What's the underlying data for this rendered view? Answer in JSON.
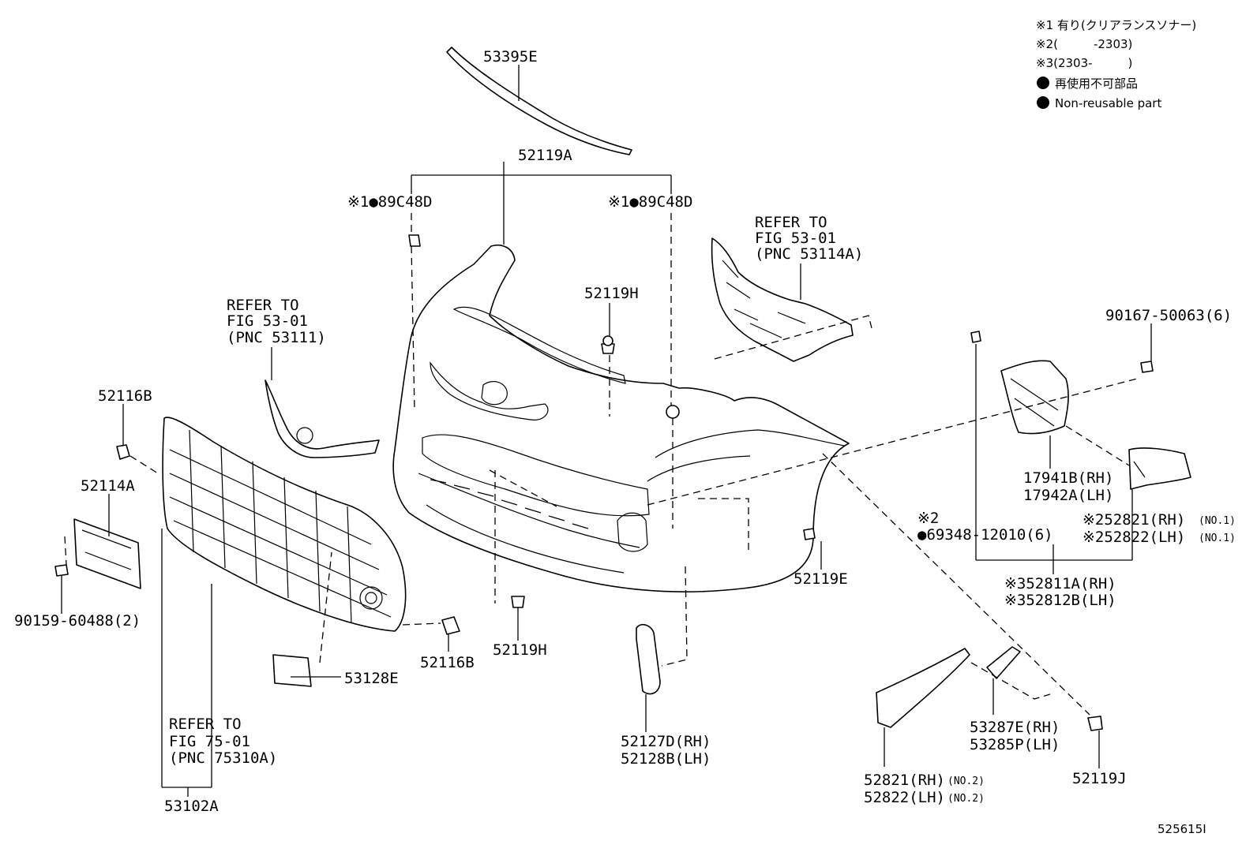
{
  "legend": {
    "line1": "※1 有り(クリアランスソナー)",
    "line2": "※2(　　　-2303)",
    "line3": "※3(2303-　　　)",
    "line4": "再使用不可部品",
    "line5": "Non-reusable part"
  },
  "labels": {
    "p53395E": "53395E",
    "p52119A": "52119A",
    "p89C48D_left": "※1●89C48D",
    "p89C48D_right": "※1●89C48D",
    "refer_53111": [
      "REFER TO",
      "FIG 53-01",
      "(PNC 53111)"
    ],
    "refer_53114A": [
      "REFER TO",
      "FIG 53-01",
      "(PNC 53114A)"
    ],
    "refer_75310A": [
      "REFER TO",
      "FIG 75-01",
      "(PNC 75310A)"
    ],
    "p52119H_top": "52119H",
    "p90167": "90167-50063(6)",
    "p52116B_left": "52116B",
    "p52114A": "52114A",
    "p90159": "90159-60488(2)",
    "p17941B": "17941B(RH)",
    "p17942A": "17942A(LH)",
    "p52821_no1": "※252821(RH)",
    "p52822_no1": "※252822(LH)",
    "no1": "(NO.1)",
    "p69348_mark": "※2",
    "p69348": "●69348-12010(6)",
    "p52119E": "52119E",
    "p52811A": "※352811A(RH)",
    "p52812B": "※352812B(LH)",
    "p52116B_right": "52116B",
    "p52119H_bottom": "52119H",
    "p53128E": "53128E",
    "p52127D": "52127D(RH)",
    "p52128B": "52128B(LH)",
    "p53287E": "53287E(RH)",
    "p53285P": "53285P(LH)",
    "p52119J": "52119J",
    "p52821_no2": "52821(RH)",
    "p52822_no2": "52822(LH)",
    "no2": "(NO.2)",
    "p53102A": "53102A",
    "figure_id": "525615I"
  }
}
